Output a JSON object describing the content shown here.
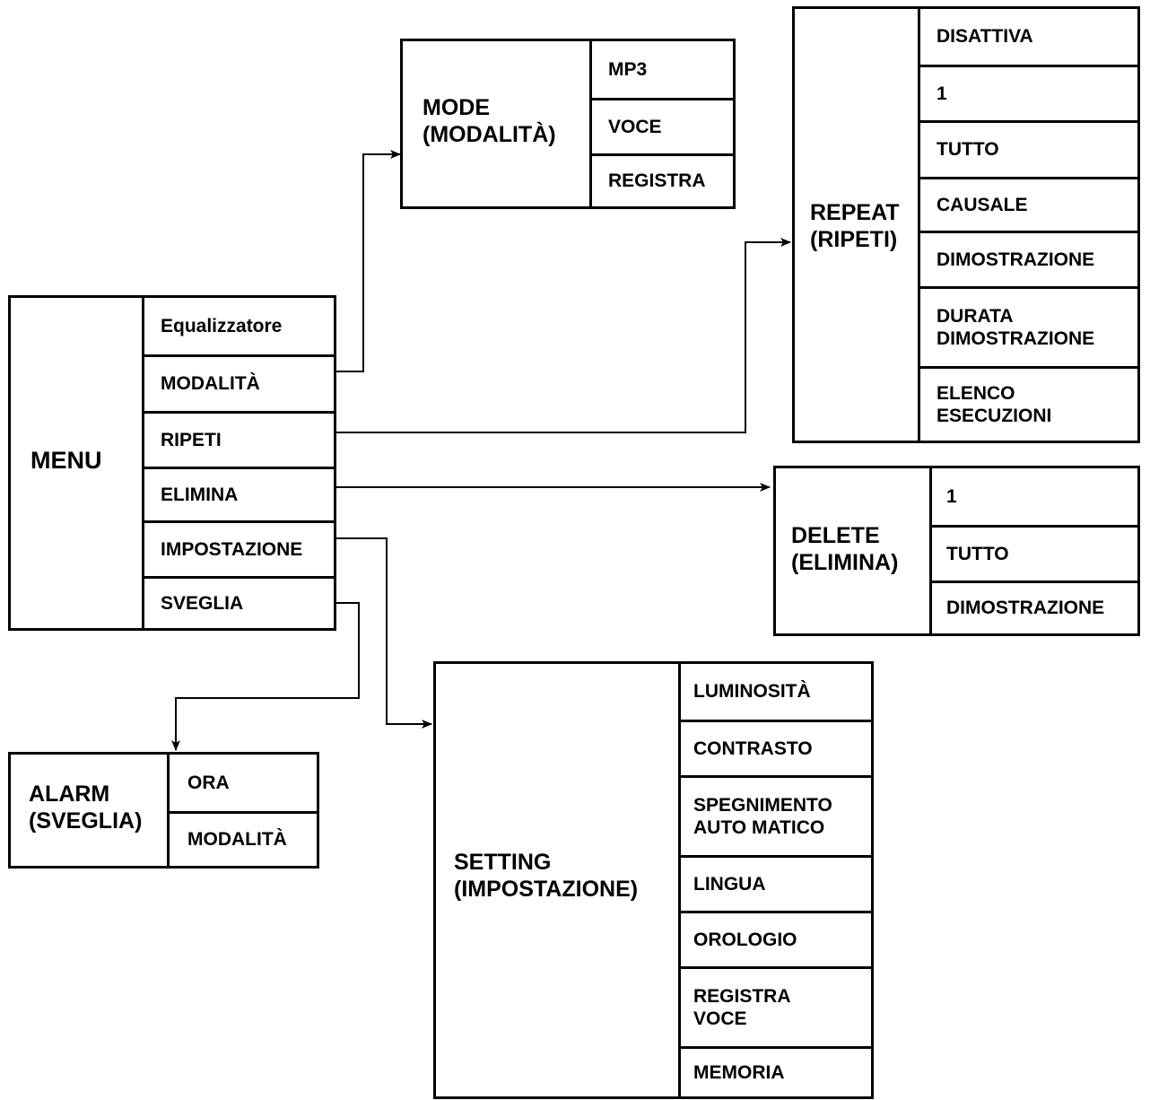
{
  "menu": {
    "title": "MENU",
    "items": [
      "Equalizzatore",
      "MODALITÀ",
      "RIPETI",
      "ELIMINA",
      "IMPOSTAZIONE",
      "SVEGLIA"
    ]
  },
  "mode": {
    "title_line1": "MODE",
    "title_line2": "(MODALITÀ)",
    "items": [
      "MP3",
      "VOCE",
      "REGISTRA"
    ]
  },
  "repeat": {
    "title_line1": "REPEAT",
    "title_line2": "(RIPETI)",
    "items": [
      "DISATTIVA",
      "1",
      "TUTTO",
      "CAUSALE",
      "DIMOSTRAZIONE",
      "DURATA\nDIMOSTRAZIONE",
      "ELENCO\nESECUZIONI"
    ]
  },
  "delete": {
    "title_line1": "DELETE",
    "title_line2": "(ELIMINA)",
    "items": [
      "1",
      "TUTTO",
      "DIMOSTRAZIONE"
    ]
  },
  "alarm": {
    "title_line1": "ALARM",
    "title_line2": "(SVEGLIA)",
    "items": [
      "ORA",
      "MODALITÀ"
    ]
  },
  "setting": {
    "title_line1": "SETTING",
    "title_line2": "(IMPOSTAZIONE)",
    "items": [
      "LUMINOSITÀ",
      "CONTRASTO",
      "SPEGNIMENTO\nAUTO MATICO",
      "LINGUA",
      "OROLOGIO",
      "REGISTRA\nVOCE",
      "MEMORIA"
    ]
  }
}
